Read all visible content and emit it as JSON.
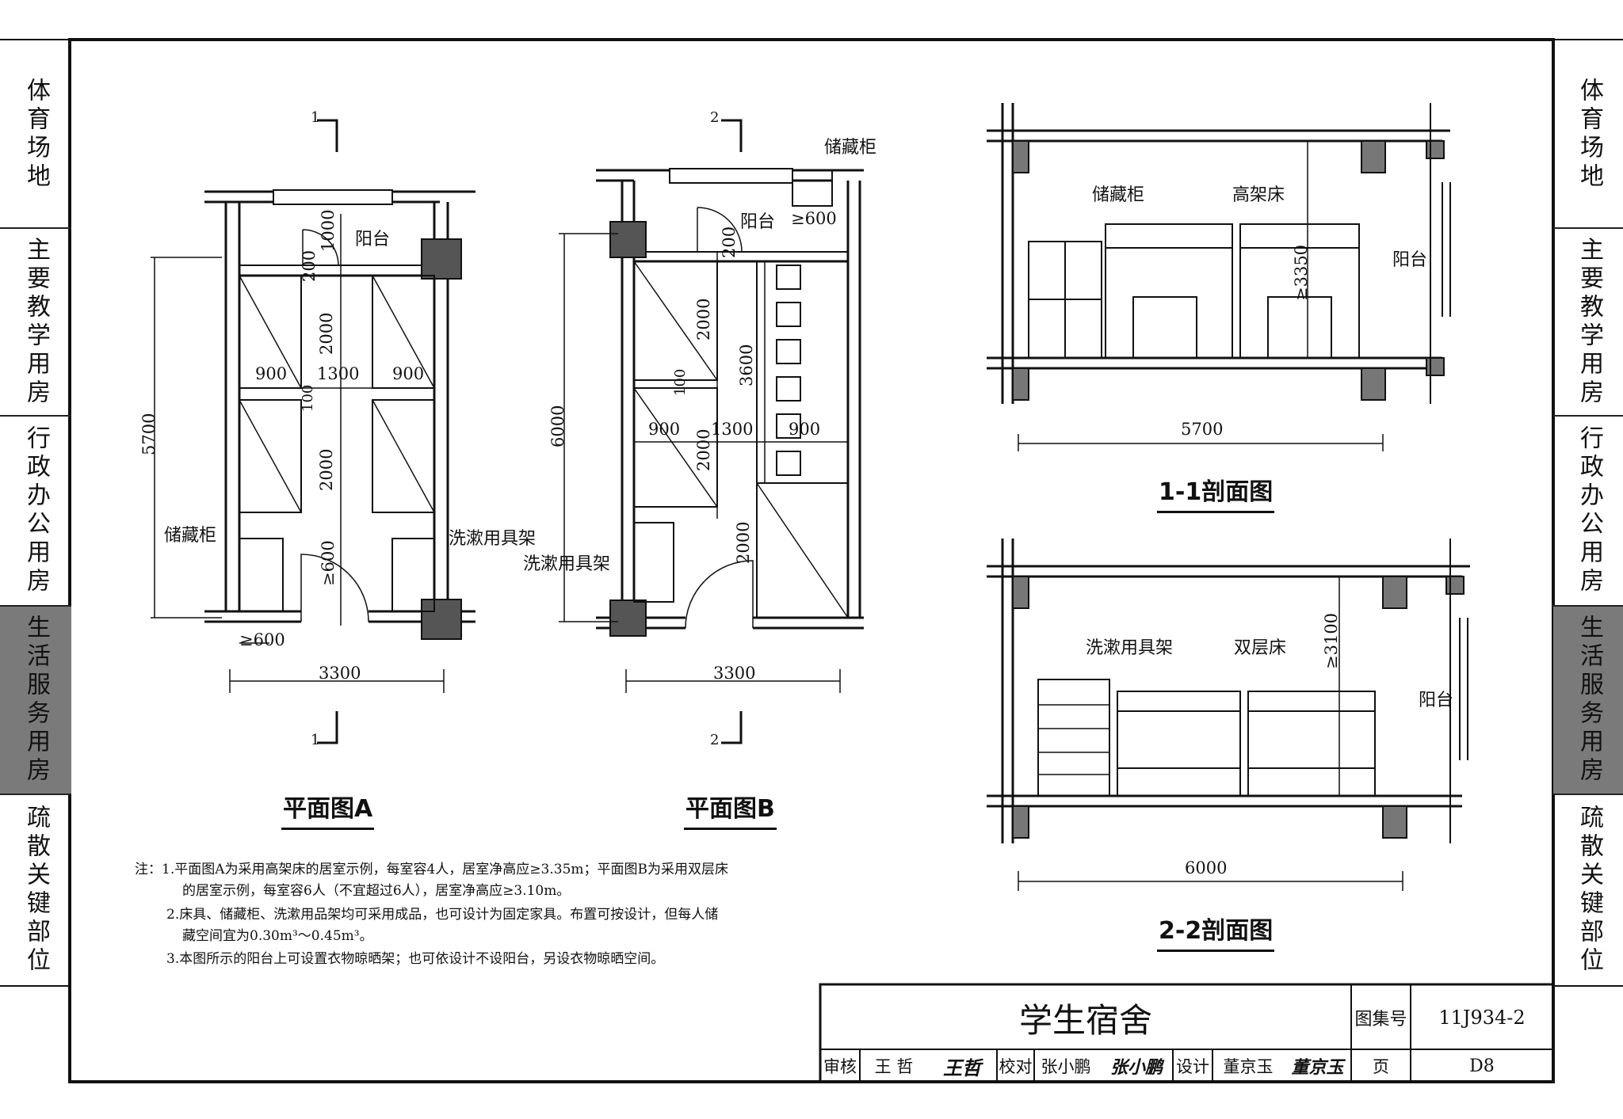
{
  "side_tabs": [
    {
      "label": "体育场地",
      "active": false
    },
    {
      "label": "主要教学用房",
      "active": false
    },
    {
      "label": "行政办公用房",
      "active": false
    },
    {
      "label": "生活服务用房",
      "active": true
    },
    {
      "label": "疏散关键部位",
      "active": false
    }
  ],
  "plan_a": {
    "title": "平面图A",
    "section_mark": "1",
    "balcony": "阳台",
    "storage_label": "储藏柜",
    "wash_label": "洗漱用具架",
    "dims": {
      "d1000": "1000",
      "d200": "200",
      "d2000a": "2000",
      "d900a": "900",
      "d1300": "1300",
      "d900b": "900",
      "d100": "100",
      "d2000b": "2000",
      "d5700": "5700",
      "d600v": "≥600",
      "d600h": "≥600",
      "d3300": "3300"
    }
  },
  "plan_b": {
    "title": "平面图B",
    "section_mark": "2",
    "balcony": "阳台",
    "storage_label": "储藏柜",
    "wash_label": "洗漱用具架",
    "dims": {
      "d600": "≥600",
      "d200": "200",
      "d2000a": "2000",
      "d3600": "3600",
      "d100": "100",
      "d900a": "900",
      "d1300": "1300",
      "d900b": "900",
      "d2000b": "2000",
      "d6000": "6000",
      "d2000c": "2000",
      "d3300": "3300"
    }
  },
  "section_1": {
    "title": "1-1剖面图",
    "storage_label": "储藏柜",
    "loft_bed_label": "高架床",
    "balcony": "阳台",
    "height": "≥3350",
    "width": "5700"
  },
  "section_2": {
    "title": "2-2剖面图",
    "wash_label": "洗漱用具架",
    "bunk_label": "双层床",
    "balcony": "阳台",
    "height": "≥3100",
    "width": "6000"
  },
  "notes": [
    "注：1.平面图A为采用高架床的居室示例，每室容4人，居室净高应≥3.35m；平面图B为采用双层床",
    "的居室示例，每室容6人（不宜超过6人），居室净高应≥3.10m。",
    "2.床具、储藏柜、洗漱用品架均可采用成品，也可设计为固定家具。布置可按设计，但每人储",
    "藏空间宜为0.30m³～0.45m³。",
    "3.本图所示的阳台上可设置衣物晾晒架；也可依设计不设阳台，另设衣物晾晒空间。"
  ],
  "title_block": {
    "drawing_title": "学生宿舍",
    "atlas_label": "图集号",
    "atlas_no": "11J934-2",
    "page_label": "页",
    "page_no": "D8",
    "review_label": "审核",
    "reviewer": "王 哲",
    "reviewer_sig": "王哲",
    "check_label": "校对",
    "checker": "张小鹏",
    "checker_sig": "张小鹏",
    "design_label": "设计",
    "designer": "董京玉",
    "designer_sig": "董京玉"
  }
}
